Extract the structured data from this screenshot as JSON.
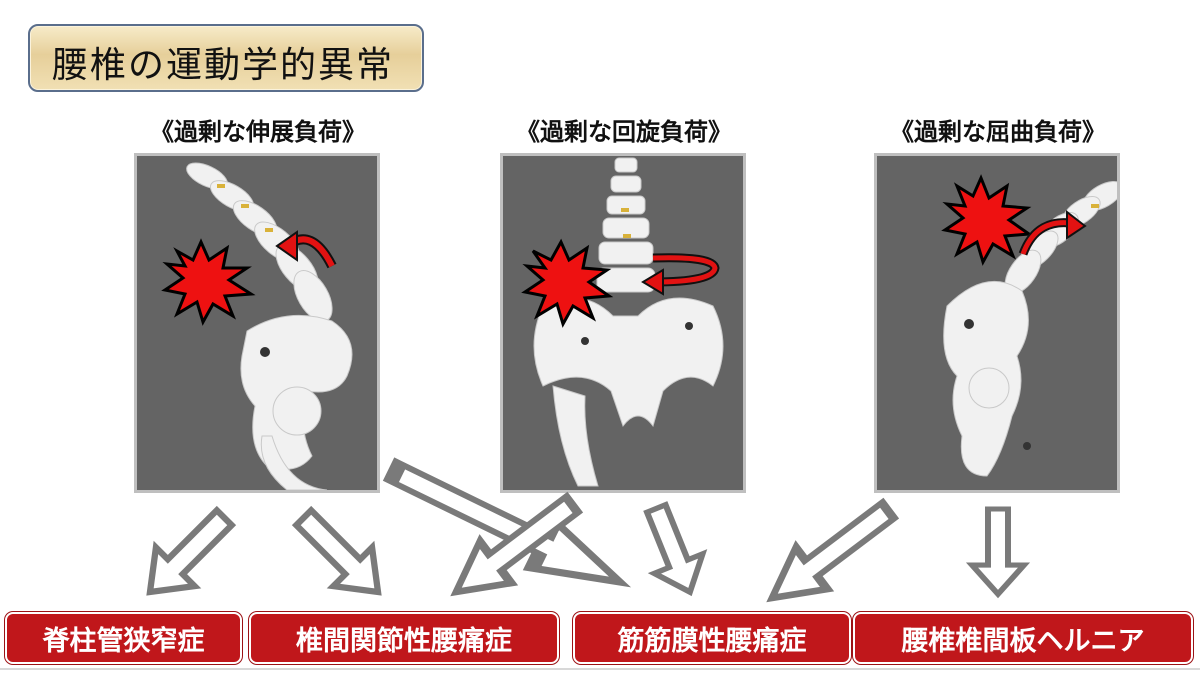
{
  "title": "腰椎の運動学的異常",
  "panels": [
    {
      "caption": "《過剰な伸展負荷》"
    },
    {
      "caption": "《過剰な回旋負荷》"
    },
    {
      "caption": "《過剰な屈曲負荷》"
    }
  ],
  "conditions": [
    "脊柱管狭窄症",
    "椎間関節性腰痛症",
    "筋筋膜性腰痛症",
    "腰椎椎間板ヘルニア"
  ],
  "colors": {
    "title_border": "#5a6e8c",
    "title_fill": "#ecd8a8",
    "panel_bg": "#646464",
    "panel_border": "#bfbfbf",
    "label_fill": "#c0171b",
    "label_text": "#ffffff",
    "burst_fill": "#ee1111",
    "arrow_outline": "#777777"
  },
  "icons": [
    "pain-burst-icon",
    "curved-motion-arrow-icon",
    "hollow-block-arrow-icon"
  ]
}
